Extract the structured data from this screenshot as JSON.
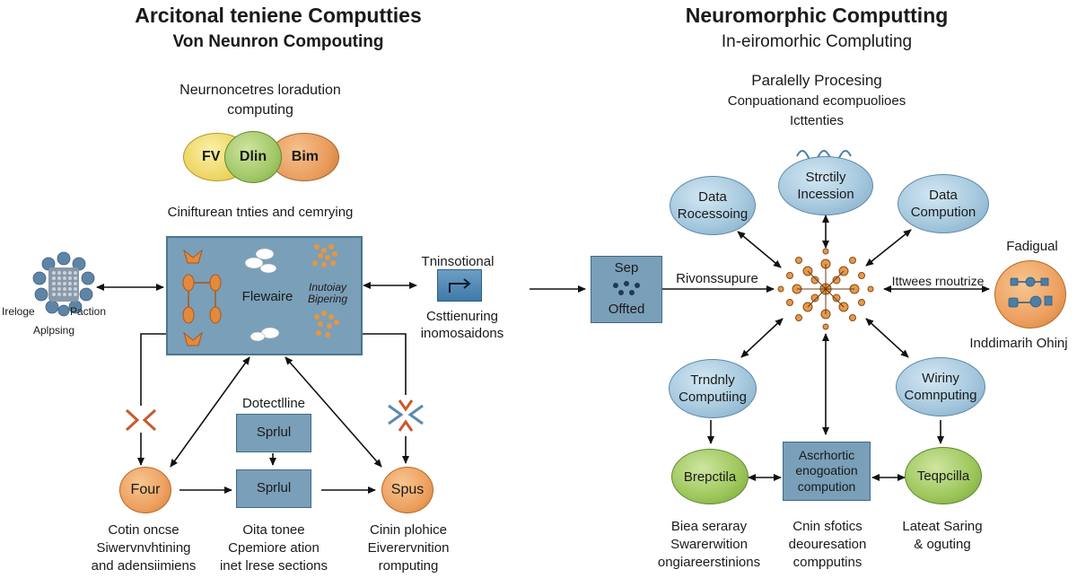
{
  "left": {
    "title": "Arcitonal teniene Computties",
    "subtitle": "Von Neunron Compouting",
    "heading": "Neurnoncetres loradution",
    "heading2": "computing",
    "venn": [
      "FV",
      "Dlin",
      "Bim"
    ],
    "mid_caption": "Cinifturean tnties and cemrying",
    "main_box": {
      "left_label": "Flewaire",
      "right_label": "Inutoiay Bipering"
    },
    "chip_label_left": "Ireloge",
    "chip_label_right": "Paction",
    "chip_caption": "Aplpsing",
    "transitional": {
      "title": "Tninsotional",
      "line1": "Csttienuring",
      "line2": "inomosaidons"
    },
    "detect_label": "Dotectlline",
    "sprul_box_1": "Sprlul",
    "sprul_box_2": "Sprlul",
    "four_label": "Four",
    "spus_label": "Spus",
    "col1": [
      "Cotin oncse",
      "Siwervnvhtining",
      "and adensiimiens"
    ],
    "col2": [
      "Oita tonee",
      "Cpemiore ation",
      "inet lrese sections"
    ],
    "col3": [
      "Cinin plohice",
      "Eiverervnition",
      "romputing"
    ]
  },
  "right": {
    "title": "Neuromorphic Computting",
    "subtitle": "In-eiromorhic Compluting",
    "heading": "Paralelly Procesing",
    "heading2": "Conpuationand ecompuolioes",
    "heading3": "Icttenties",
    "sep_box": {
      "line1": "Sep",
      "line2": "Offted"
    },
    "rivonssupure": "Rivonssupure",
    "ittwees": "Ittwees rnoutrize",
    "fadigual": "Fadigual",
    "indimarih": "Inddimarih Ohinj",
    "ellipses": {
      "top": {
        "line1": "Strctily",
        "line2": "Incession"
      },
      "top_left": {
        "line1": "Data",
        "line2": "Rocessoing"
      },
      "top_right": {
        "line1": "Data",
        "line2": "Compution"
      },
      "mid_left": {
        "line1": "Trndnly",
        "line2": "Computiing"
      },
      "mid_right": {
        "line1": "Wiriny",
        "line2": "Comnputing"
      }
    },
    "green_left": "Brepctila",
    "green_right": "Teqpcilla",
    "center_box": {
      "line1": "Ascrhortic",
      "line2": "enogoation",
      "line3": "compution"
    },
    "col1": [
      "Biea seraray",
      "Swarerwition",
      "ongiareerstinions"
    ],
    "col2": [
      "Cnin sfotics",
      "deouresation",
      "compputins"
    ],
    "col3": [
      "Lateat Saring",
      "& oguting"
    ]
  }
}
